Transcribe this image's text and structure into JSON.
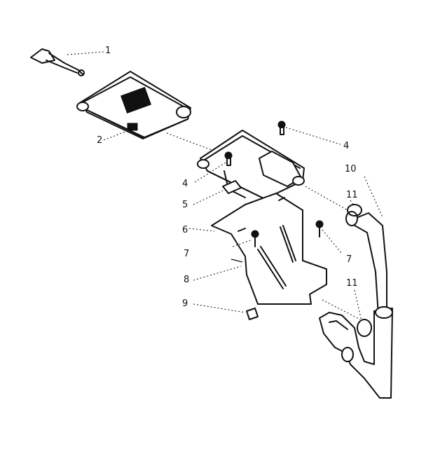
{
  "callouts": [
    {
      "id": "c1a",
      "text": "1"
    },
    {
      "id": "c2",
      "text": "2"
    },
    {
      "id": "c4a",
      "text": "4"
    },
    {
      "id": "c4b",
      "text": "4"
    },
    {
      "id": "c5",
      "text": "5"
    },
    {
      "id": "c6",
      "text": "6"
    },
    {
      "id": "c7a",
      "text": "7"
    },
    {
      "id": "c7b",
      "text": "7"
    },
    {
      "id": "c8",
      "text": "8"
    },
    {
      "id": "c9",
      "text": "9"
    },
    {
      "id": "c10",
      "text": "10"
    },
    {
      "id": "c11a",
      "text": "11"
    },
    {
      "id": "c11b",
      "text": "11"
    }
  ]
}
